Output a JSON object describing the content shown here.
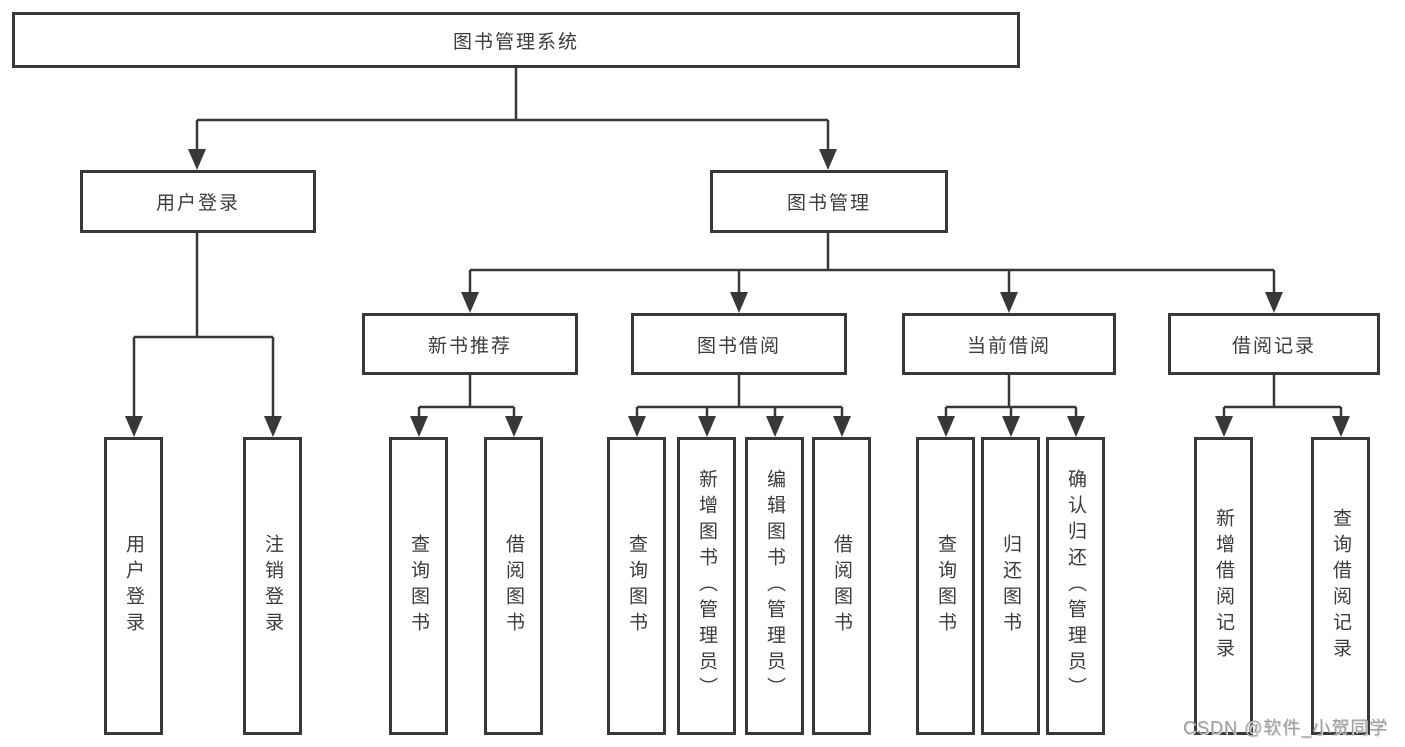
{
  "tree": {
    "label": "图书管理系统",
    "children": [
      {
        "label": "用户登录",
        "children": [
          {
            "label": "用户登录"
          },
          {
            "label": "注销登录"
          }
        ]
      },
      {
        "label": "图书管理",
        "children": [
          {
            "label": "新书推荐",
            "children": [
              {
                "label": "查询图书"
              },
              {
                "label": "借阅图书"
              }
            ]
          },
          {
            "label": "图书借阅",
            "children": [
              {
                "label": "查询图书"
              },
              {
                "label": "新增图书（管理员）"
              },
              {
                "label": "编辑图书（管理员）"
              },
              {
                "label": "借阅图书"
              }
            ]
          },
          {
            "label": "当前借阅",
            "children": [
              {
                "label": "查询图书"
              },
              {
                "label": "归还图书"
              },
              {
                "label": "确认归还（管理员）"
              }
            ]
          },
          {
            "label": "借阅记录",
            "children": [
              {
                "label": "新增借阅记录"
              },
              {
                "label": "查询借阅记录"
              }
            ]
          }
        ]
      }
    ]
  },
  "watermark": {
    "text": "CSDN @软件_小贺同学"
  },
  "colors": {
    "line": "#383838",
    "text": "#3c3c3c",
    "background": "#ffffff",
    "watermark": "#9f9f9f"
  }
}
